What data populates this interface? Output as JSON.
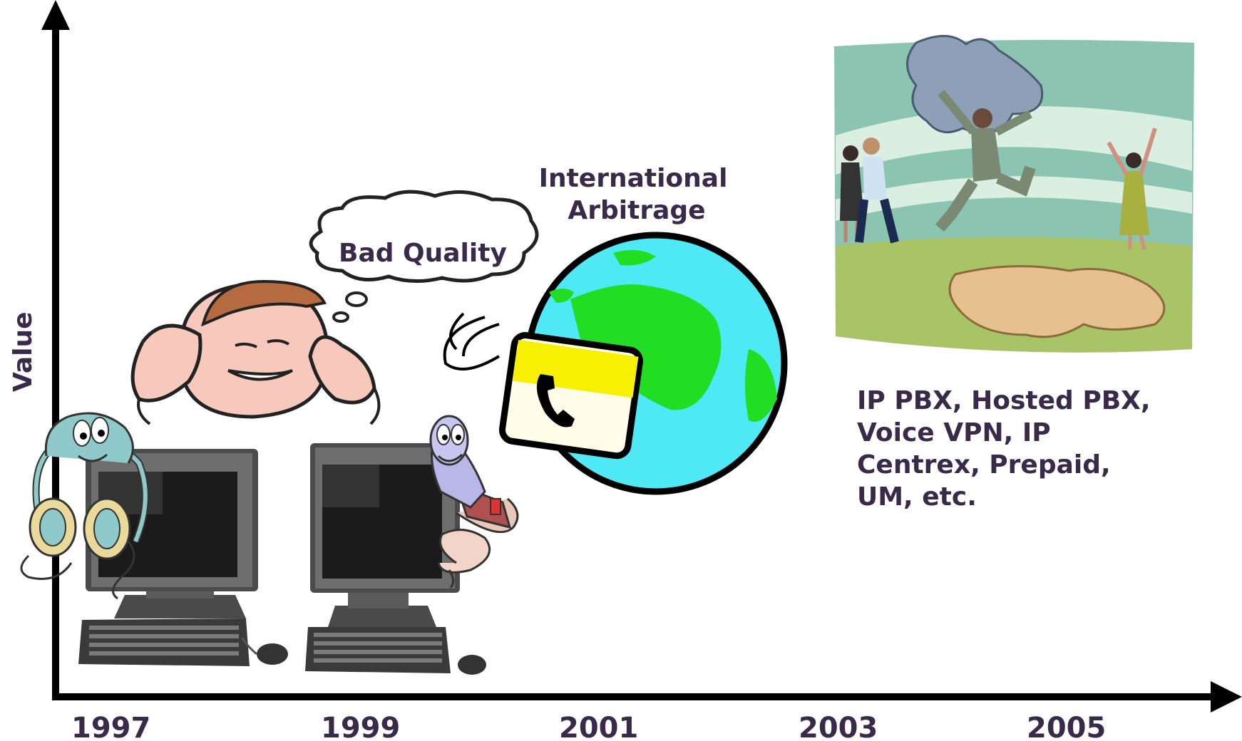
{
  "axes": {
    "y_label": "Value",
    "x_ticks": [
      "1997",
      "1999",
      "2001",
      "2003",
      "2005"
    ]
  },
  "callouts": {
    "thought_bubble": "Bad Quality",
    "globe_caption_line1": "International",
    "globe_caption_line2": "Arbitrage",
    "services_lines": [
      "IP PBX, Hosted PBX,",
      "Voice VPN, IP",
      "Centrex, Prepaid,",
      "UM, etc."
    ]
  },
  "colors": {
    "text": "#3a2a4a",
    "axis": "#000000",
    "globe_ocean": "#4fe8f5",
    "globe_land": "#22dd22",
    "card_yellow": "#f7f000"
  }
}
